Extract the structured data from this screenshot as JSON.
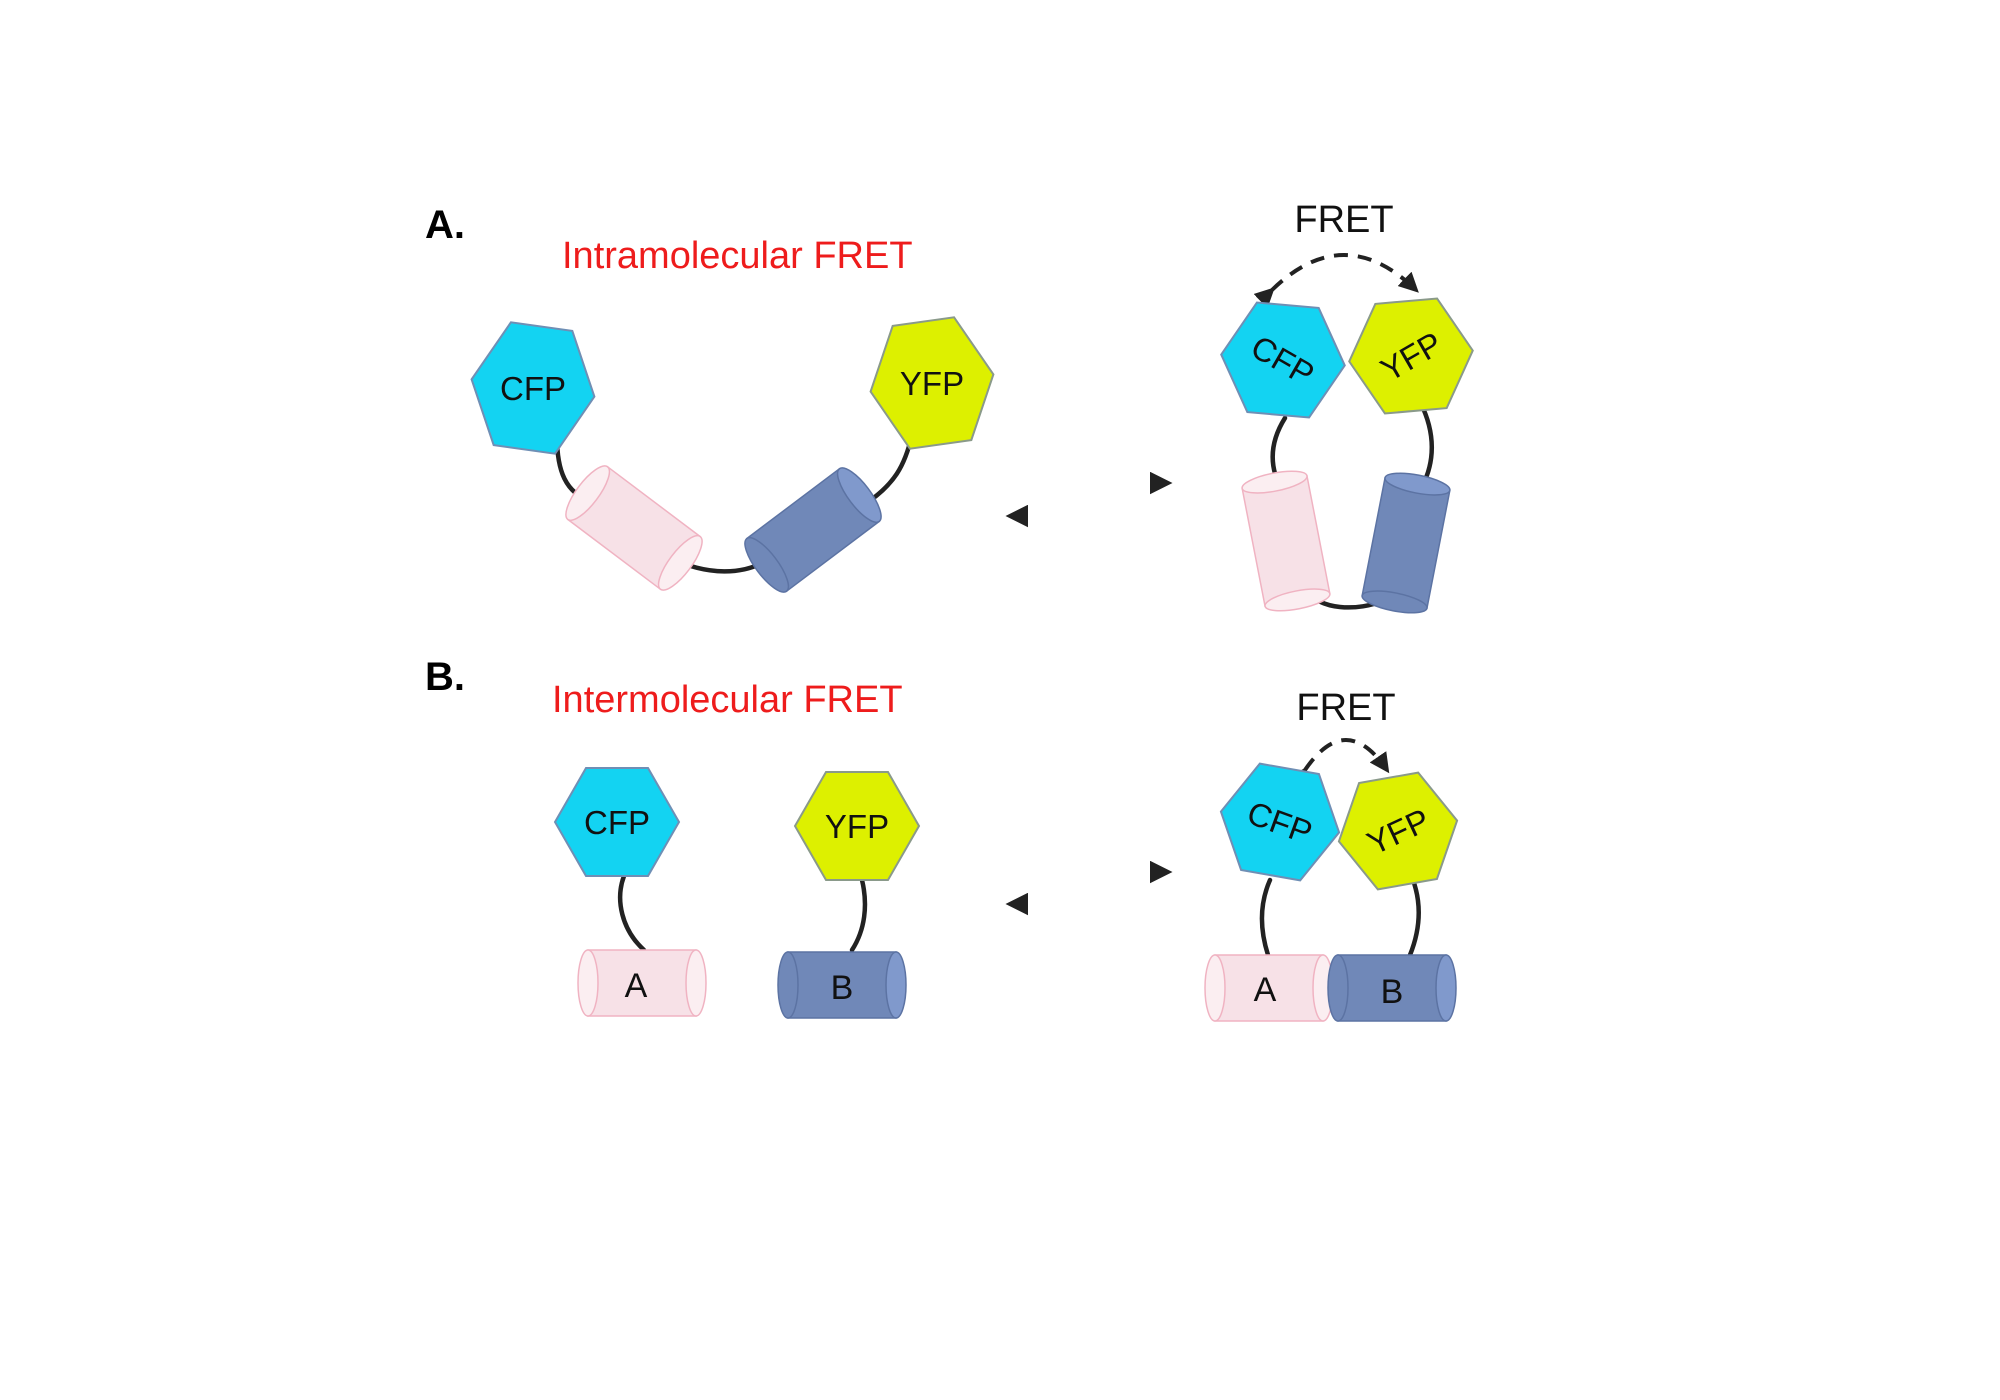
{
  "panel_a": {
    "letter": "A.",
    "title": "Intramolecular FRET",
    "fret_label": "FRET",
    "donor_label": "CFP",
    "acceptor_label": "YFP"
  },
  "panel_b": {
    "letter": "B.",
    "title": "Intermolecular FRET",
    "fret_label": "FRET",
    "donor_label": "CFP",
    "acceptor_label": "YFP",
    "domain_a_label": "A",
    "domain_b_label": "B"
  },
  "colors": {
    "title_red": "#ee1c1c",
    "cfp_fill": "#13d3f2",
    "yfp_fill": "#ddf000",
    "pink_domain": "#f7e1e7",
    "blue_domain": "#7088b8",
    "arrow": "#222222"
  }
}
